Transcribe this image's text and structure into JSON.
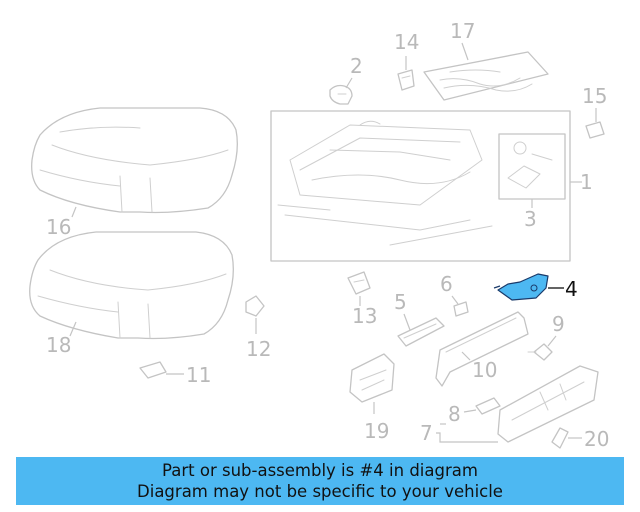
{
  "diagram": {
    "callouts": [
      "1",
      "2",
      "3",
      "4",
      "5",
      "6",
      "7",
      "8",
      "9",
      "10",
      "11",
      "12",
      "13",
      "14",
      "15",
      "16",
      "17",
      "18",
      "19",
      "20"
    ],
    "highlighted_part": "4",
    "highlight_color": "#4db8f2",
    "line_color": "#c4c4c4"
  },
  "banner": {
    "line1": "Part or sub-assembly is #4 in diagram",
    "line2": "Diagram may not be specific to your vehicle",
    "background": "#4db8f2"
  }
}
